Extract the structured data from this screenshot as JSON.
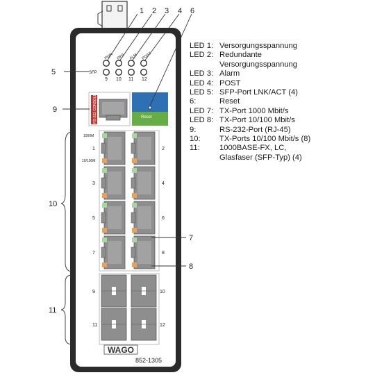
{
  "callouts": {
    "top": [
      "1",
      "2",
      "3",
      "4",
      "6"
    ],
    "sfp_number": "5",
    "rs232_number": "9",
    "tx_number": "10",
    "fiber_number": "11",
    "tx_led1000": "7",
    "tx_led10100": "8"
  },
  "device": {
    "led_labels": [
      "PWR",
      "RPS",
      "ALM",
      "POST"
    ],
    "sfp_led_label": "SFP",
    "sfp_led_numbers": [
      "9",
      "10",
      "11",
      "12"
    ],
    "rs232_label": "RS-232 CONSOLE",
    "reset_label": "Reset",
    "led_1000_label": "1000M",
    "led_10100_label": "10/100M",
    "rj45_port_numbers": [
      "1",
      "2",
      "3",
      "4",
      "5",
      "6",
      "7",
      "8"
    ],
    "sfp_port_numbers": [
      "9",
      "10",
      "11",
      "12"
    ],
    "brand": "WAGO",
    "model": "852-1305"
  },
  "legend": [
    {
      "code": "LED 1:",
      "desc": "Versorgungsspannung"
    },
    {
      "code": "LED 2:",
      "desc": "Redundante"
    },
    {
      "code": "",
      "desc": "Versorgungsspannung"
    },
    {
      "code": "LED 3:",
      "desc": "Alarm"
    },
    {
      "code": "LED 4:",
      "desc": "POST"
    },
    {
      "code": "LED 5:",
      "desc": "SFP-Port LNK/ACT (4)"
    },
    {
      "code": "6:",
      "desc": "Reset"
    },
    {
      "code": "LED 7:",
      "desc": "TX-Port 1000 Mbit/s"
    },
    {
      "code": "LED 8:",
      "desc": "TX-Port 10/100 Mbit/s"
    },
    {
      "code": "9:",
      "desc": "RS-232-Port (RJ-45)"
    },
    {
      "code": "10:",
      "desc": "TX-Ports 10/100 Mbit/s (8)"
    },
    {
      "code": "11:",
      "desc": "1000BASE-FX, LC,"
    },
    {
      "code": "",
      "desc": "Glasfaser (SFP-Typ) (4)"
    }
  ],
  "colors": {
    "housing": "#2b2b2b",
    "port_gray": "#8e8e8e",
    "led_green": "#a7d7a0",
    "led_orange": "#e8a15d",
    "rs232_red": "#b73a34",
    "reset_blue": "#2f6fb3",
    "reset_green": "#67ad45"
  }
}
